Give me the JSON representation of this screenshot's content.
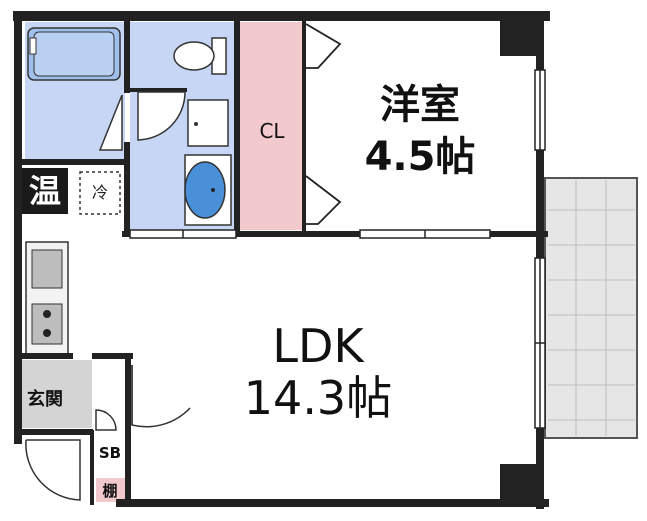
{
  "rooms": {
    "western_room": {
      "name": "洋室",
      "size": "4.5帖"
    },
    "ldk": {
      "name": "LDK",
      "size": "14.3帖"
    },
    "closet": "CL",
    "water_heater": "温",
    "fridge": "冷",
    "entrance": "玄関",
    "shoe_box": "SB",
    "shelf": "棚"
  },
  "colors": {
    "wall": "#222222",
    "wet_area": "#c7d6f5",
    "closet": "#f2c9cc",
    "entrance_floor": "#d4d4d4",
    "balcony": "#e6e6e6",
    "shelf": "#f2c9cc"
  }
}
